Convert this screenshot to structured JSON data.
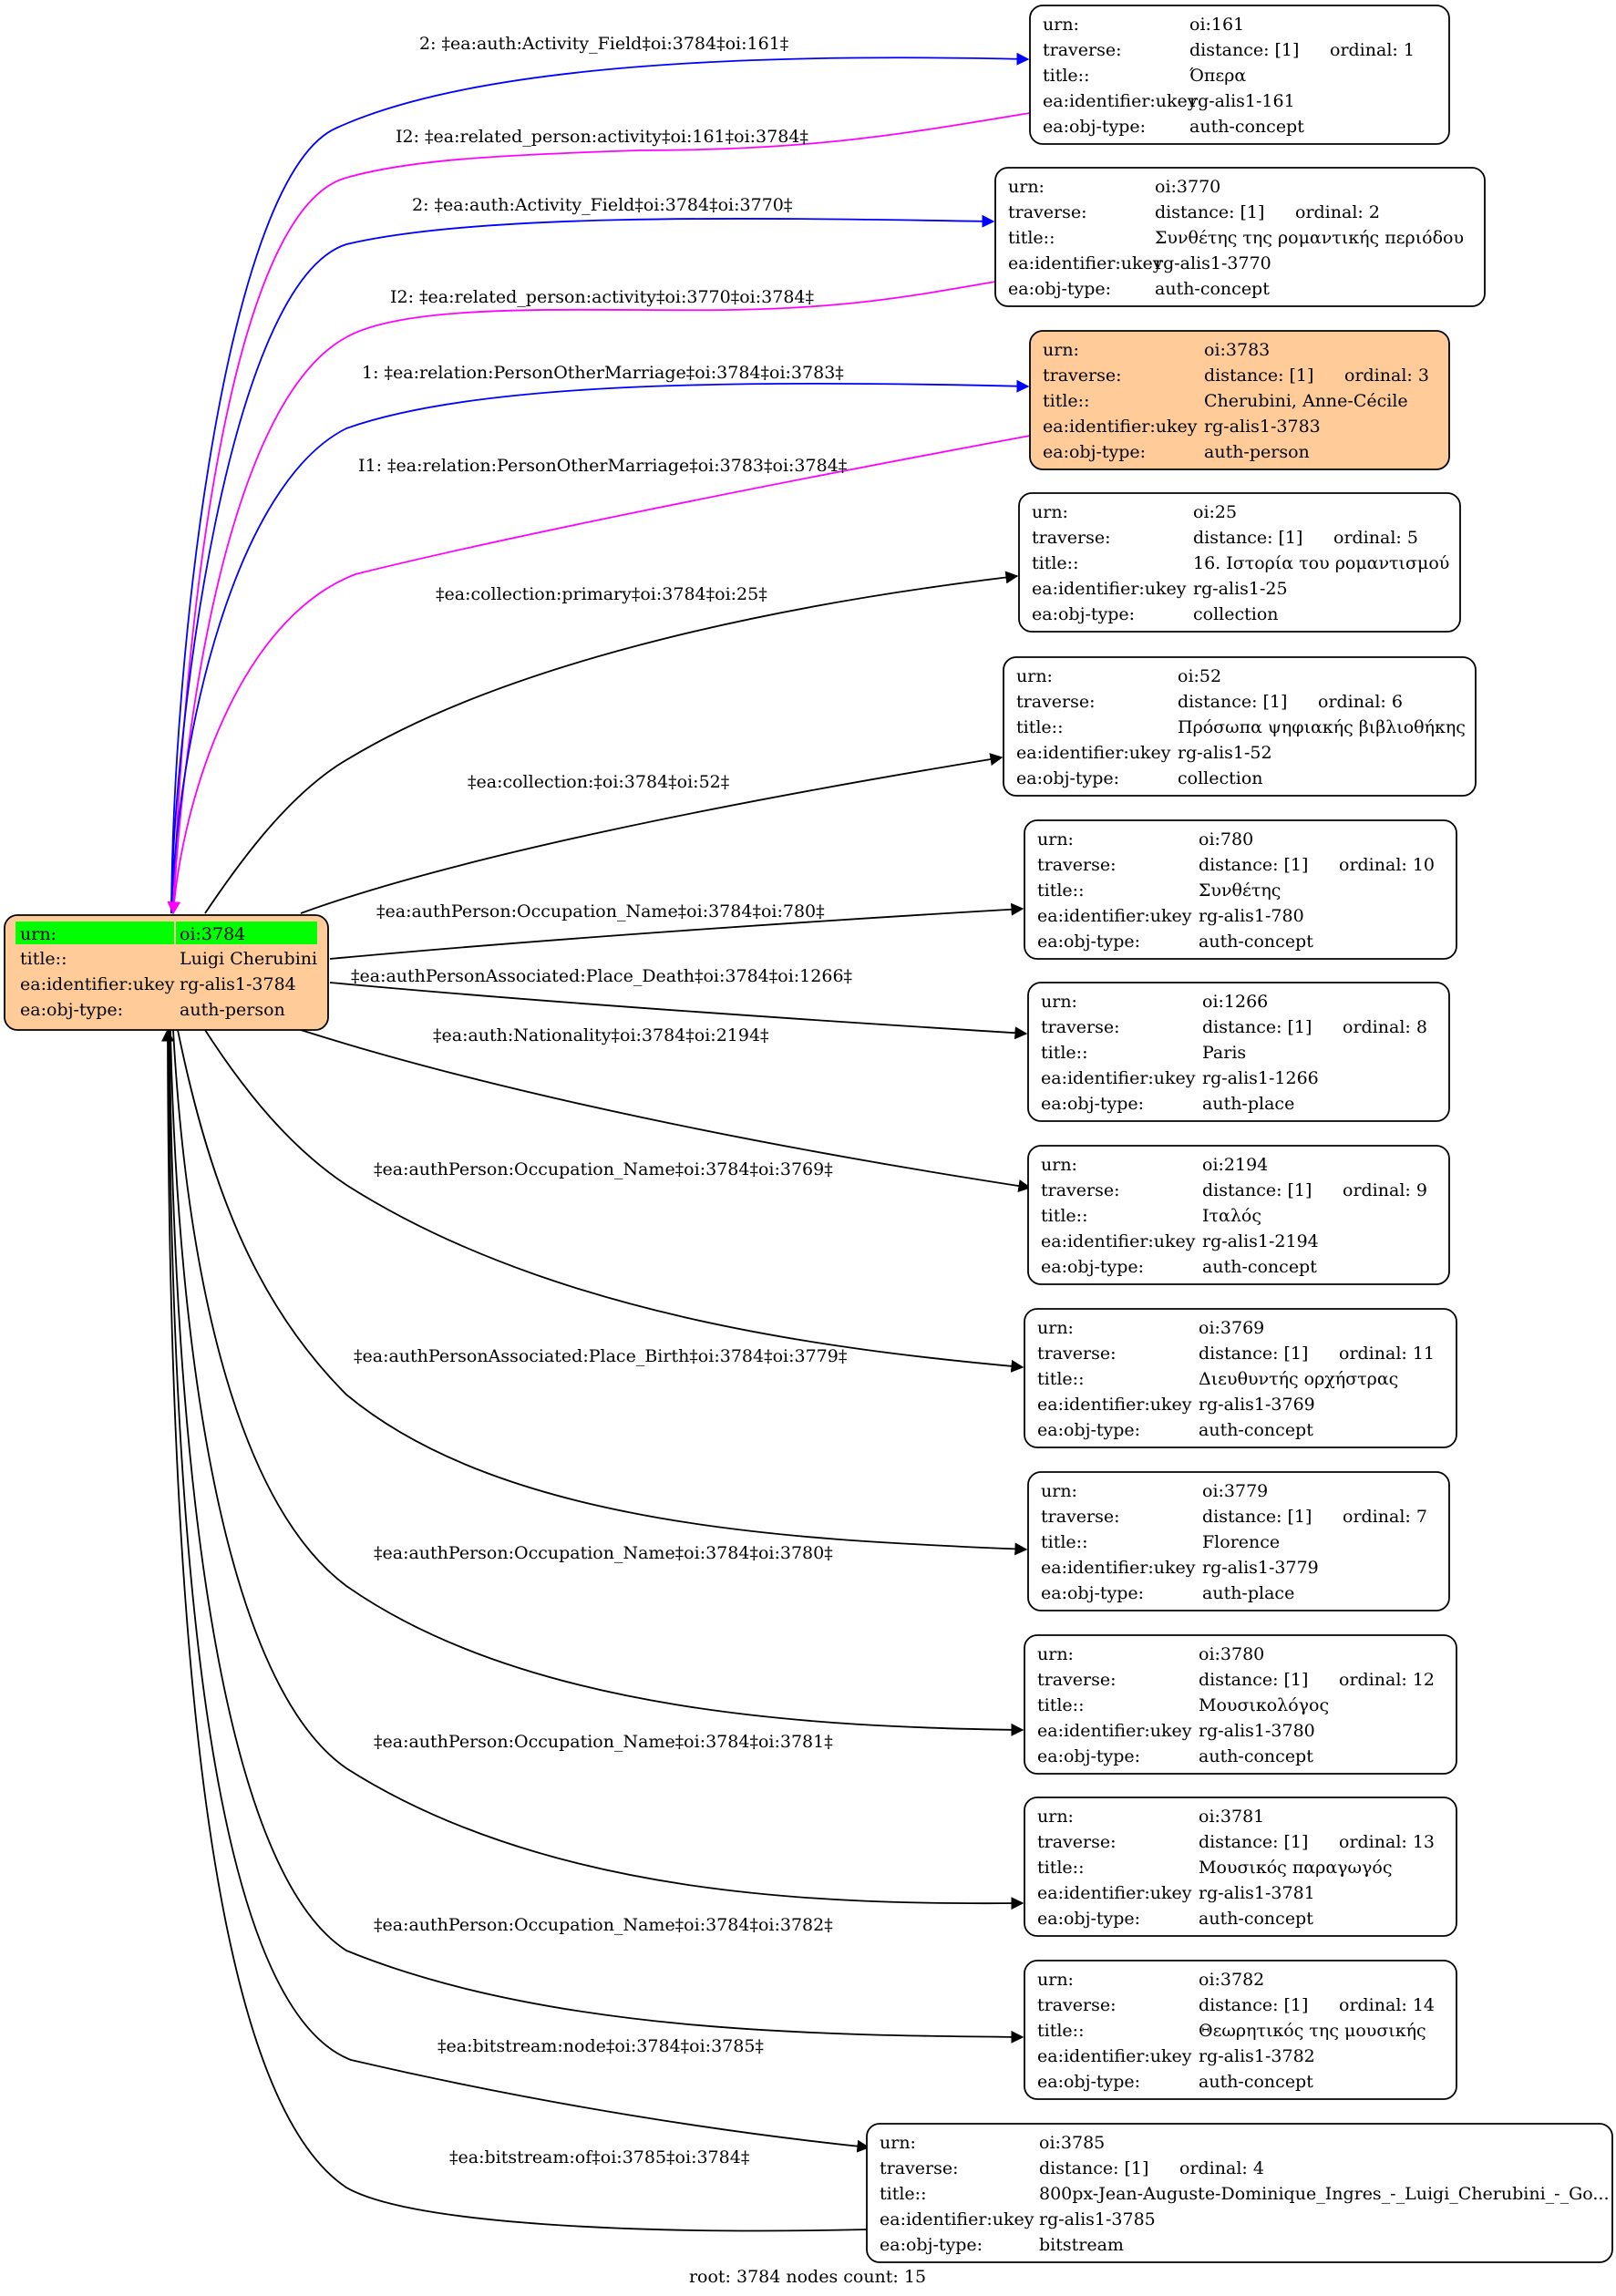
{
  "root_node": {
    "urn": "oi:3784",
    "title": "Luigi Cherubini",
    "ukey": "rg-alis1-3784",
    "obj_type": "auth-person",
    "fill": "#ffcc99",
    "urn_highlight": "#00ff00"
  },
  "field_labels": {
    "urn": "urn:",
    "traverse": "traverse:",
    "title": "title::",
    "ukey": "ea:identifier:ukey",
    "obj_type": "ea:obj-type:"
  },
  "nodes": [
    {
      "urn": "oi:161",
      "distance": "distance: [1]",
      "ordinal": "ordinal: 1",
      "title": "Όπερα",
      "ukey": "rg-alis1-161",
      "obj_type": "auth-concept",
      "fill": "#ffffff"
    },
    {
      "urn": "oi:3770",
      "distance": "distance: [1]",
      "ordinal": "ordinal: 2",
      "title": "Συνθέτης της ρομαντικής περιόδου",
      "ukey": "rg-alis1-3770",
      "obj_type": "auth-concept",
      "fill": "#ffffff"
    },
    {
      "urn": "oi:3783",
      "distance": "distance: [1]",
      "ordinal": "ordinal: 3",
      "title": "Cherubini, Anne-Cécile",
      "ukey": "rg-alis1-3783",
      "obj_type": "auth-person",
      "fill": "#ffcc99"
    },
    {
      "urn": "oi:25",
      "distance": "distance: [1]",
      "ordinal": "ordinal: 5",
      "title": "16. Ιστορία του ρομαντισμού",
      "ukey": "rg-alis1-25",
      "obj_type": "collection",
      "fill": "#ffffff"
    },
    {
      "urn": "oi:52",
      "distance": "distance: [1]",
      "ordinal": "ordinal: 6",
      "title": "Πρόσωπα ψηφιακής βιβλιοθήκης",
      "ukey": "rg-alis1-52",
      "obj_type": "collection",
      "fill": "#ffffff"
    },
    {
      "urn": "oi:780",
      "distance": "distance: [1]",
      "ordinal": "ordinal: 10",
      "title": "Συνθέτης",
      "ukey": "rg-alis1-780",
      "obj_type": "auth-concept",
      "fill": "#ffffff"
    },
    {
      "urn": "oi:1266",
      "distance": "distance: [1]",
      "ordinal": "ordinal: 8",
      "title": "Paris",
      "ukey": "rg-alis1-1266",
      "obj_type": "auth-place",
      "fill": "#ffffff"
    },
    {
      "urn": "oi:2194",
      "distance": "distance: [1]",
      "ordinal": "ordinal: 9",
      "title": "Ιταλός",
      "ukey": "rg-alis1-2194",
      "obj_type": "auth-concept",
      "fill": "#ffffff"
    },
    {
      "urn": "oi:3769",
      "distance": "distance: [1]",
      "ordinal": "ordinal: 11",
      "title": "Διευθυντής ορχήστρας",
      "ukey": "rg-alis1-3769",
      "obj_type": "auth-concept",
      "fill": "#ffffff"
    },
    {
      "urn": "oi:3779",
      "distance": "distance: [1]",
      "ordinal": "ordinal: 7",
      "title": "Florence",
      "ukey": "rg-alis1-3779",
      "obj_type": "auth-place",
      "fill": "#ffffff"
    },
    {
      "urn": "oi:3780",
      "distance": "distance: [1]",
      "ordinal": "ordinal: 12",
      "title": "Μουσικολόγος",
      "ukey": "rg-alis1-3780",
      "obj_type": "auth-concept",
      "fill": "#ffffff"
    },
    {
      "urn": "oi:3781",
      "distance": "distance: [1]",
      "ordinal": "ordinal: 13",
      "title": "Μουσικός παραγωγός",
      "ukey": "rg-alis1-3781",
      "obj_type": "auth-concept",
      "fill": "#ffffff"
    },
    {
      "urn": "oi:3782",
      "distance": "distance: [1]",
      "ordinal": "ordinal: 14",
      "title": "Θεωρητικός της μουσικής",
      "ukey": "rg-alis1-3782",
      "obj_type": "auth-concept",
      "fill": "#ffffff"
    },
    {
      "urn": "oi:3785",
      "distance": "distance: [1]",
      "ordinal": "ordinal: 4",
      "title": "800px-Jean-Auguste-Dominique_Ingres_-_Luigi_Cherubini_-_Go...",
      "ukey": "rg-alis1-3785",
      "obj_type": "bitstream",
      "fill": "#ffffff"
    }
  ],
  "edges": [
    {
      "label": "2: ‡ea:auth:Activity_Field‡oi:3784‡oi:161‡",
      "color": "#0000ff"
    },
    {
      "label": "I2: ‡ea:related_person:activity‡oi:161‡oi:3784‡",
      "color": "#ff00ff"
    },
    {
      "label": "2: ‡ea:auth:Activity_Field‡oi:3784‡oi:3770‡",
      "color": "#0000ff"
    },
    {
      "label": "I2: ‡ea:related_person:activity‡oi:3770‡oi:3784‡",
      "color": "#ff00ff"
    },
    {
      "label": "1: ‡ea:relation:PersonOtherMarriage‡oi:3784‡oi:3783‡",
      "color": "#0000ff"
    },
    {
      "label": "I1: ‡ea:relation:PersonOtherMarriage‡oi:3783‡oi:3784‡",
      "color": "#ff00ff"
    },
    {
      "label": "‡ea:collection:primary‡oi:3784‡oi:25‡",
      "color": "#000000"
    },
    {
      "label": "‡ea:collection:‡oi:3784‡oi:52‡",
      "color": "#000000"
    },
    {
      "label": "‡ea:authPerson:Occupation_Name‡oi:3784‡oi:780‡",
      "color": "#000000"
    },
    {
      "label": "‡ea:authPersonAssociated:Place_Death‡oi:3784‡oi:1266‡",
      "color": "#000000"
    },
    {
      "label": "‡ea:auth:Nationality‡oi:3784‡oi:2194‡",
      "color": "#000000"
    },
    {
      "label": "‡ea:authPerson:Occupation_Name‡oi:3784‡oi:3769‡",
      "color": "#000000"
    },
    {
      "label": "‡ea:authPersonAssociated:Place_Birth‡oi:3784‡oi:3779‡",
      "color": "#000000"
    },
    {
      "label": "‡ea:authPerson:Occupation_Name‡oi:3784‡oi:3780‡",
      "color": "#000000"
    },
    {
      "label": "‡ea:authPerson:Occupation_Name‡oi:3784‡oi:3781‡",
      "color": "#000000"
    },
    {
      "label": "‡ea:authPerson:Occupation_Name‡oi:3784‡oi:3782‡",
      "color": "#000000"
    },
    {
      "label": "‡ea:bitstream:node‡oi:3784‡oi:3785‡",
      "color": "#000000"
    },
    {
      "label": "‡ea:bitstream:of‡oi:3785‡oi:3784‡",
      "color": "#000000"
    }
  ],
  "footer": "root: 3784 nodes count: 15"
}
